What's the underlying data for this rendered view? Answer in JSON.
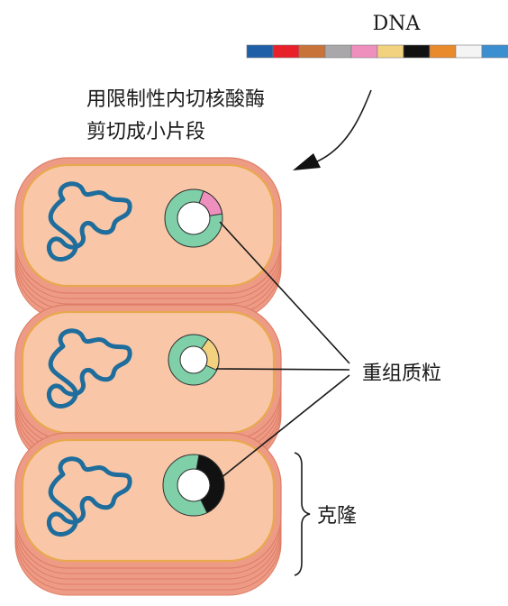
{
  "dna": {
    "label": "DNA",
    "segment_colors": [
      "#1f5fa8",
      "#e8202a",
      "#c8733a",
      "#a9a7a9",
      "#ef8fbd",
      "#f2d27e",
      "#111111",
      "#e98a2d",
      "#f4f4f4",
      "#3b8fd0"
    ]
  },
  "annotation": {
    "line1": "用限制性内切核酸酶",
    "line2": "剪切成小片段"
  },
  "labels": {
    "plasmid": "重组质粒",
    "clone": "克隆"
  },
  "colors": {
    "cell_outer": "#ee9b86",
    "cell_rim": "#e8a94e",
    "cytoplasm": "#f9c7a7",
    "chromosome": "#1f6d9c",
    "plasmid_ring": "#7fd0a9",
    "insert_pink": "#ef8fbd",
    "insert_yellow": "#f2d27e",
    "insert_black": "#111111"
  }
}
